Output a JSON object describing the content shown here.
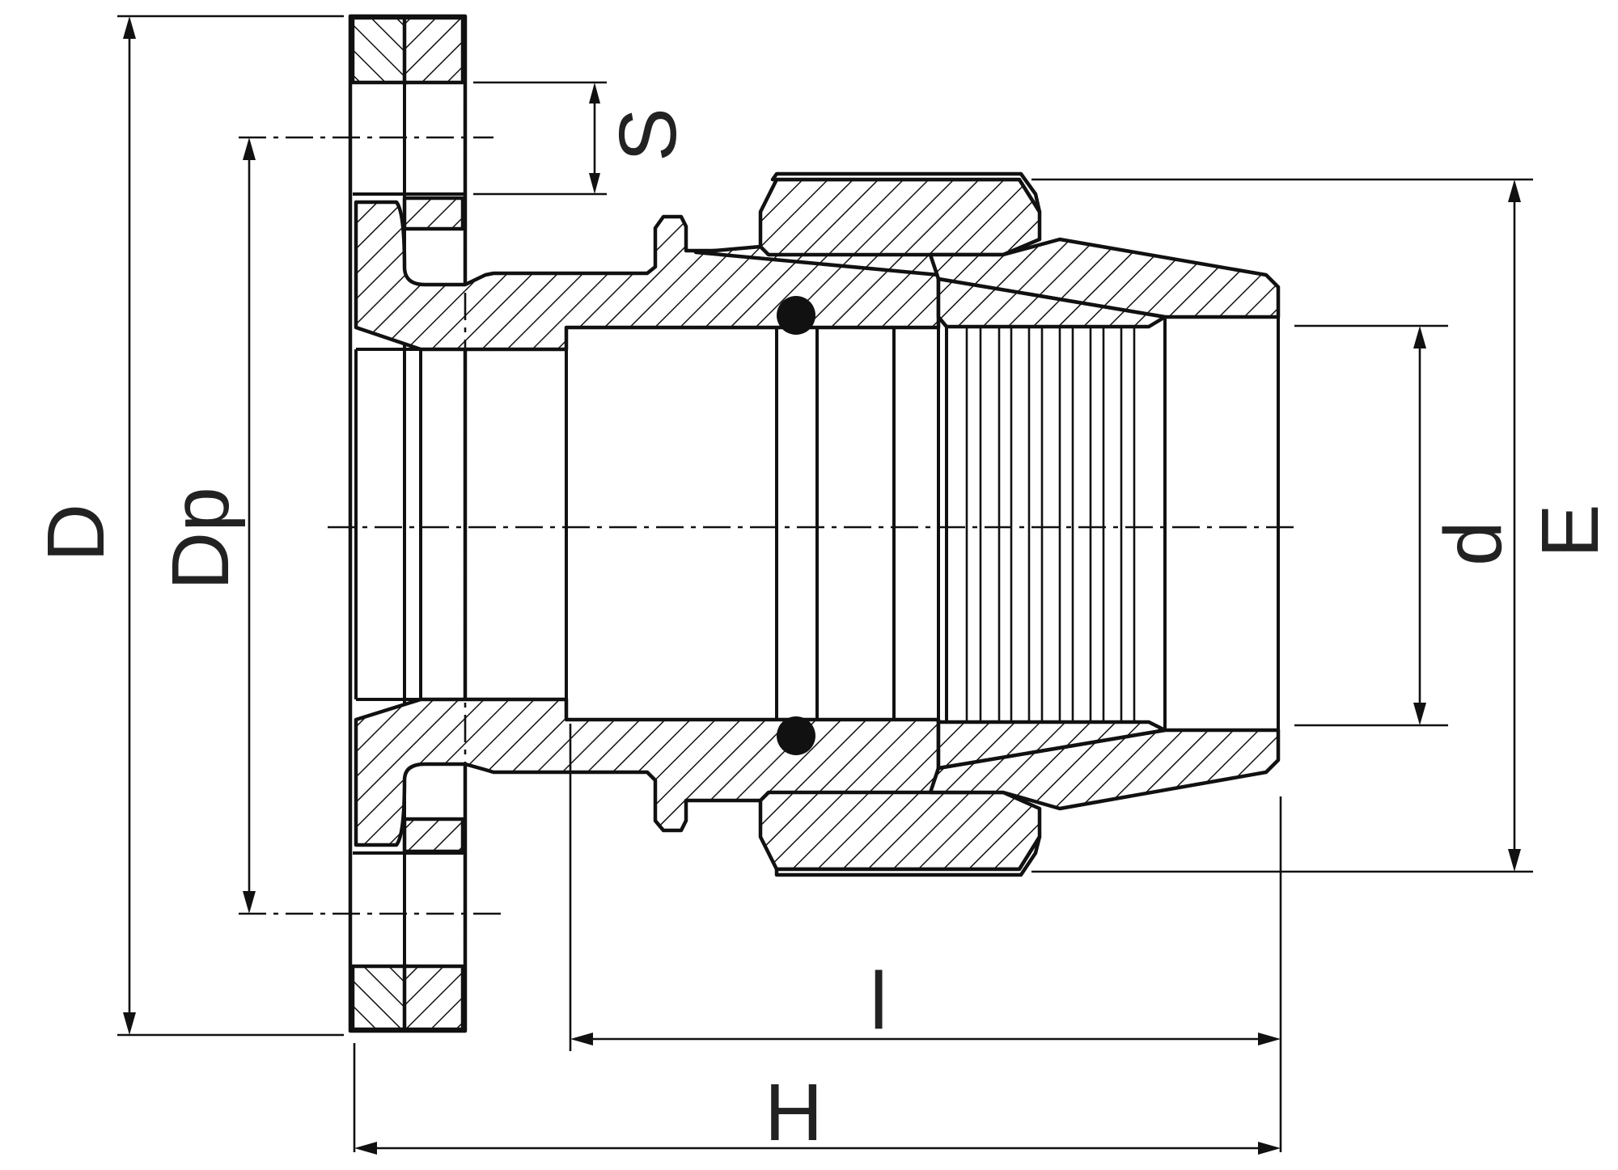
{
  "diagram": {
    "labels": {
      "D": "D",
      "Dp": "Dp",
      "S": "S",
      "d": "d",
      "E": "E",
      "l": "l",
      "H": "H"
    },
    "colors": {
      "line": "#111111",
      "background": "#ffffff"
    }
  }
}
